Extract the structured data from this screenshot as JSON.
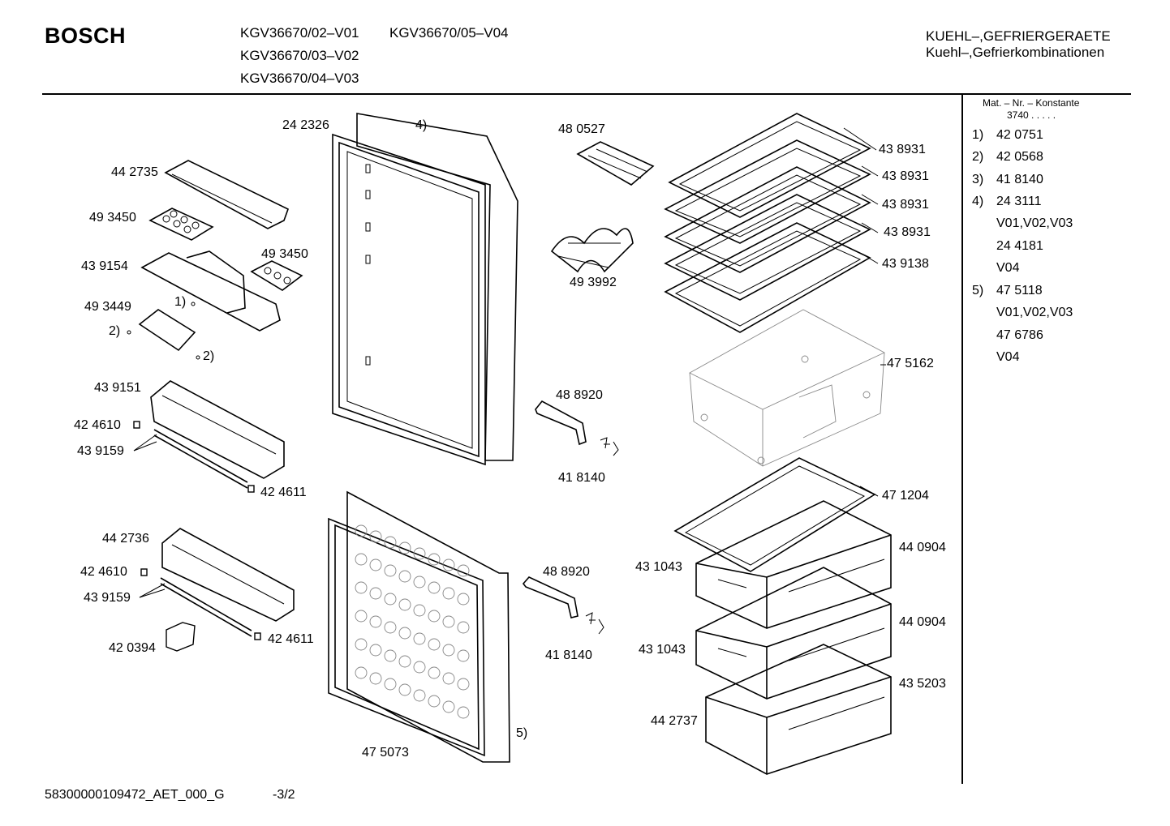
{
  "header": {
    "brand": "BOSCH",
    "models": [
      "KGV36670/02–V01",
      "KGV36670/05–V04",
      "KGV36670/03–V02",
      "KGV36670/04–V03"
    ],
    "category_line1": "KUEHL–,GEFRIERGERAETE",
    "category_line2": "Kuehl–,Gefrierkombinationen"
  },
  "legend": {
    "title": "Mat. – Nr. – Konstante",
    "constant": "3740 . . . . .",
    "entries": [
      {
        "num": "1)",
        "text": "42 0751"
      },
      {
        "num": "2)",
        "text": "42 0568"
      },
      {
        "num": "3)",
        "text": "41 8140"
      },
      {
        "num": "4)",
        "text": "24 3111"
      },
      {
        "num": "",
        "text": "V01,V02,V03"
      },
      {
        "num": "",
        "text": "24 4181"
      },
      {
        "num": "",
        "text": "V04"
      },
      {
        "num": "5)",
        "text": "47 5118"
      },
      {
        "num": "",
        "text": "V01,V02,V03"
      },
      {
        "num": "",
        "text": "47 6786"
      },
      {
        "num": "",
        "text": "V04"
      }
    ]
  },
  "parts": {
    "p242326": "24 2326",
    "n4": "4)",
    "p480527": "48 0527",
    "p442735": "44 2735",
    "p493450a": "49 3450",
    "p439154": "43 9154",
    "p493450b": "49 3450",
    "p493449": "49 3449",
    "n1": "1)",
    "n2a": "2)",
    "n2b": "2)",
    "p493992": "49 3992",
    "p438931a": "43 8931",
    "p438931b": "43 8931",
    "p438931c": "43 8931",
    "p438931d": "43 8931",
    "p439138": "43 9138",
    "p475162": "47 5162",
    "p439151": "43 9151",
    "p424610a": "42 4610",
    "p439159a": "43 9159",
    "p424611a": "42 4611",
    "p488920a": "48 8920",
    "p418140a": "41 8140",
    "p471204": "47 1204",
    "p442736": "44 2736",
    "p424610b": "42 4610",
    "p439159b": "43 9159",
    "p420394": "42 0394",
    "p424611b": "42 4611",
    "p488920b": "48 8920",
    "p418140b": "41 8140",
    "p440904a": "44 0904",
    "p431043a": "43 1043",
    "p440904b": "44 0904",
    "p431043b": "43 1043",
    "p435203": "43 5203",
    "p442737": "44 2737",
    "p475073": "47 5073",
    "n5": "5)"
  },
  "footer": {
    "doc_id": "58300000109472_AET_000_G",
    "page": "-3/2"
  }
}
